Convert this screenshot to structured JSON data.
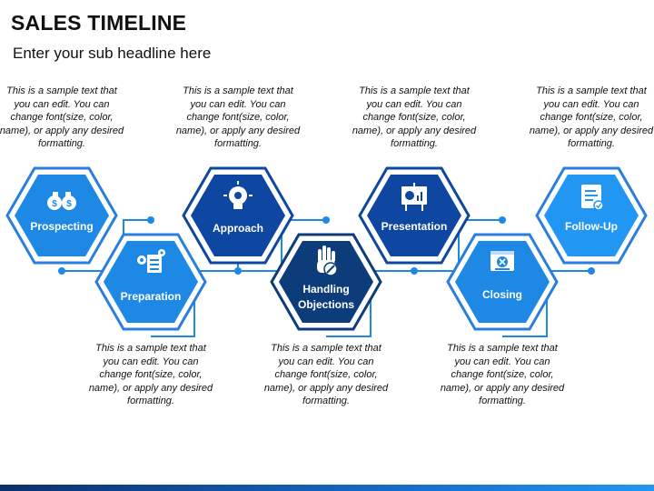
{
  "header": {
    "title": "SALES TIMELINE",
    "subtitle": "Enter your sub headline here"
  },
  "steps": [
    {
      "label": "Prospecting",
      "icon": "binoculars-dollar-icon",
      "position": "top",
      "description": "This is a sample text that you can edit. You can change font(size, color, name), or apply any desired formatting."
    },
    {
      "label": "Preparation",
      "icon": "planning-gears-icon",
      "position": "bottom",
      "description": "This is a sample text that you can edit. You can change font(size, color, name), or apply any desired formatting."
    },
    {
      "label": "Approach",
      "icon": "lightbulb-gear-icon",
      "position": "top",
      "description": "This is a sample text that you can edit. You can change font(size, color, name), or apply any desired formatting."
    },
    {
      "label": "Handling Objections",
      "icon": "hand-stop-icon",
      "position": "bottom",
      "description": "This is a sample text that you can edit. You can change font(size, color, name), or apply any desired formatting."
    },
    {
      "label": "Presentation",
      "icon": "presentation-board-icon",
      "position": "top",
      "description": "This is a sample text that you can edit. You can change font(size, color, name), or apply any desired formatting."
    },
    {
      "label": "Closing",
      "icon": "closed-sign-icon",
      "position": "bottom",
      "description": "This is a sample text that you can edit. You can change font(size, color, name), or apply any desired formatting."
    },
    {
      "label": "Follow-Up",
      "icon": "document-check-icon",
      "position": "top",
      "description": "This is a sample text that you can edit. You can change font(size, color, name), or apply any desired formatting."
    }
  ],
  "colors": {
    "accent_light": "#1e88e5",
    "accent_dark": "#0d47a1",
    "accent_darkest": "#0d3c7a",
    "ring": "#2a7de1",
    "connector": "#1e88e5"
  }
}
